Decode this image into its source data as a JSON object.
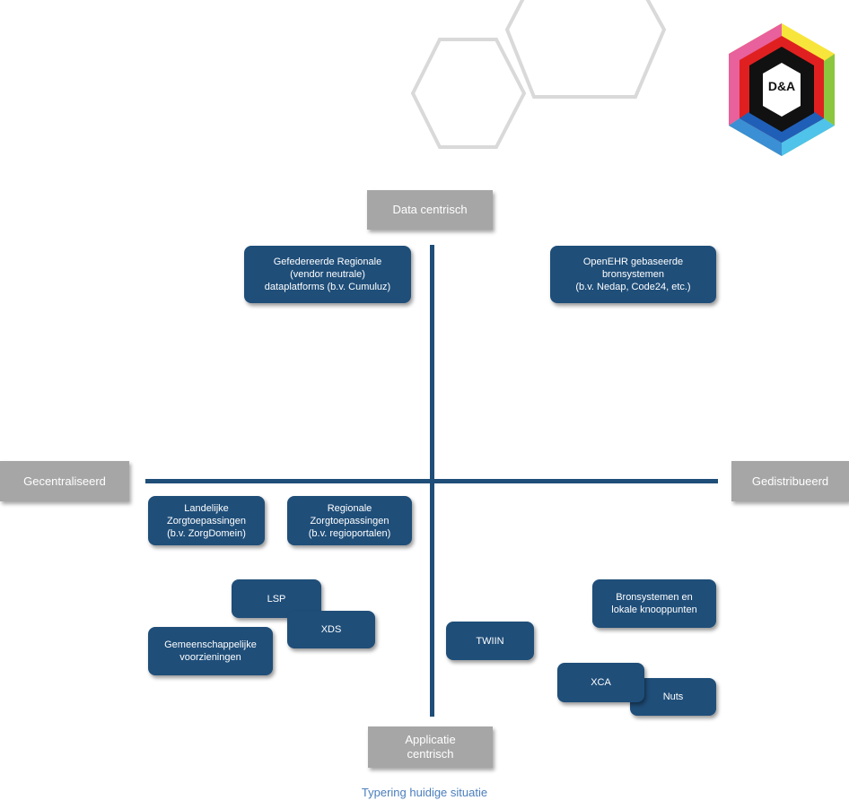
{
  "axes": {
    "top": "Data centrisch",
    "bottom": "Applicatie\ncentrisch",
    "left": "Gecentraliseerd",
    "right": "Gedistribueerd"
  },
  "nodes": {
    "gefedereerde": "Gefedereerde  Regionale\n(vendor neutrale)\ndataplatforms (b.v. Cumuluz)",
    "openehr": "OpenEHR gebaseerde\nbronsystemen\n(b.v. Nedap, Code24, etc.)",
    "landelijke": "Landelijke\nZorgtoepassingen\n(b.v. ZorgDomein)",
    "regionale": "Regionale\nZorgtoepassingen\n(b.v. regioportalen)",
    "lsp": "LSP",
    "xds": "XDS",
    "gemeenschappelijke": "Gemeenschappelijke\nvoorzieningen",
    "twiin": "TWIIN",
    "bronsystemen": "Bronsystemen en\nlokale knooppunten",
    "xca": "XCA",
    "nuts": "Nuts"
  },
  "logo": {
    "text": "D&A"
  },
  "caption": "Typering huidige situatie"
}
